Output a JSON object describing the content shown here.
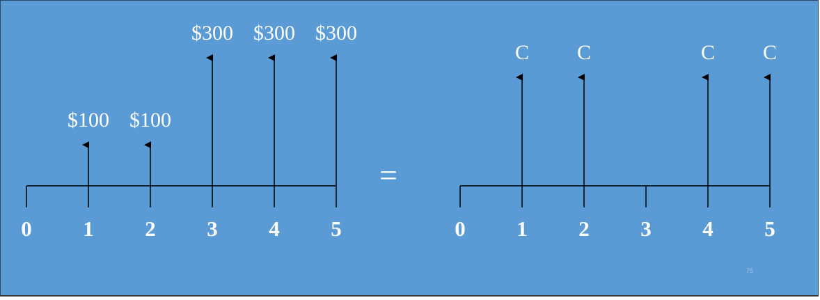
{
  "left_timeline": {
    "tick_labels": [
      "0",
      "1",
      "2",
      "3",
      "4",
      "5"
    ],
    "cash_flows": [
      {
        "period": 1,
        "label": "$100",
        "amount": 100
      },
      {
        "period": 2,
        "label": "$100",
        "amount": 100
      },
      {
        "period": 3,
        "label": "$300",
        "amount": 300
      },
      {
        "period": 4,
        "label": "$300",
        "amount": 300
      },
      {
        "period": 5,
        "label": "$300",
        "amount": 300
      }
    ]
  },
  "equals_sign": "=",
  "right_timeline": {
    "tick_labels": [
      "0",
      "1",
      "2",
      "3",
      "4",
      "5"
    ],
    "cash_flows": [
      {
        "period": 1,
        "label": "C"
      },
      {
        "period": 2,
        "label": "C"
      },
      {
        "period": 4,
        "label": "C"
      },
      {
        "period": 5,
        "label": "C"
      }
    ]
  },
  "page_number": "75",
  "colors": {
    "background": "#5b9bd5",
    "line": "#000000",
    "text": "#ffffff"
  }
}
